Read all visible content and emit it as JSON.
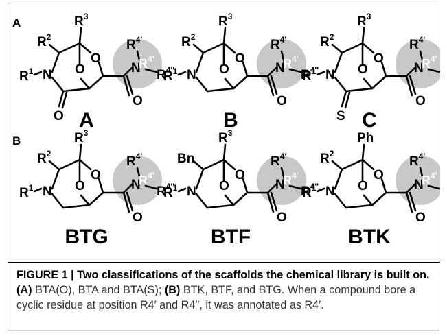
{
  "panels": [
    "A",
    "B"
  ],
  "structures": [
    {
      "name": "A",
      "carbonyl": "O",
      "n_sub": "R1",
      "c_sub": "R2",
      "bridge": "R3"
    },
    {
      "name": "B",
      "carbonyl": "",
      "n_sub": "R1",
      "c_sub": "R2",
      "bridge": "R3"
    },
    {
      "name": "C",
      "carbonyl": "S",
      "n_sub": "R1",
      "c_sub": "R2",
      "bridge": "R3"
    },
    {
      "name": "BTG",
      "carbonyl": "",
      "n_sub": "R1",
      "c_sub": "R2",
      "bridge": "R3"
    },
    {
      "name": "BTF",
      "carbonyl": "",
      "n_sub": "R1",
      "c_sub": "Bn",
      "bridge": "R3"
    },
    {
      "name": "BTK",
      "carbonyl": "",
      "n_sub": "R1",
      "c_sub": "R2",
      "bridge": "Ph"
    }
  ],
  "labels": {
    "R": "R",
    "sup1": "1",
    "sup2": "2",
    "sup3": "3",
    "sup4p": "4'",
    "sup4pp": "4''",
    "N": "N",
    "O": "O"
  },
  "caption": {
    "figure_label": "FIGURE 1 | Two classifications of the scaffolds the chemical library is built on.",
    "part_a_label": "(A)",
    "part_a_text": " BTA(O), BTA and BTA(S); ",
    "part_b_label": "(B)",
    "part_b_text": " BTK, BTF, and BTG. When a compound bore a cyclic residue at position R4′ and R4′′, it was annotated as R4′."
  },
  "colors": {
    "circle": "#c8c8c8",
    "rule": "#000000",
    "caption_text": "#333333"
  }
}
